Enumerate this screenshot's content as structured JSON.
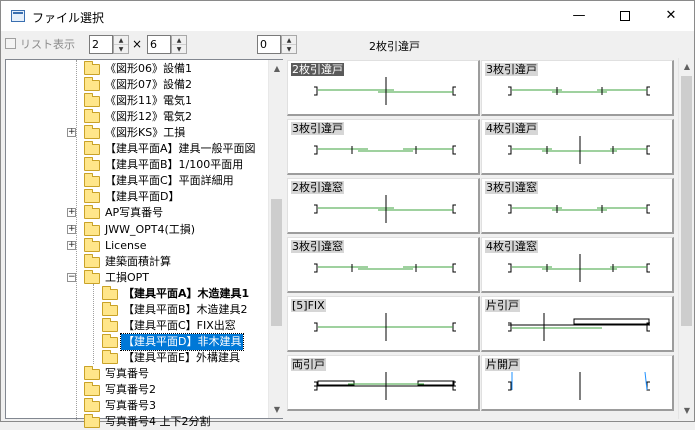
{
  "window": {
    "title": "ファイル選択",
    "minimize_glyph": "—",
    "close_glyph": "✕",
    "icon": "window-icon"
  },
  "toolbar": {
    "list_view_label": "リスト表示",
    "list_view_checked": false,
    "columns_value": "2",
    "times_sign": "×",
    "rows_value": "6",
    "index_value": "0",
    "selected_name": "2枚引違戸"
  },
  "tree": {
    "nodes": [
      {
        "label": "《図形06》設備1",
        "expandable": false
      },
      {
        "label": "《図形07》設備2",
        "expandable": false
      },
      {
        "label": "《図形11》電気1",
        "expandable": false
      },
      {
        "label": "《図形12》電気2",
        "expandable": false
      },
      {
        "label": "《図形KS》工損",
        "expandable": true,
        "expander": "+"
      },
      {
        "label": "【建具平面A】建具一般平面図",
        "expandable": false
      },
      {
        "label": "【建具平面B】1/100平面用",
        "expandable": false
      },
      {
        "label": "【建具平面C】平面詳細用",
        "expandable": false
      },
      {
        "label": "【建具平面D】",
        "expandable": false
      },
      {
        "label": "AP写真番号",
        "expandable": true,
        "expander": "+"
      },
      {
        "label": "JWW_OPT4(工損)",
        "expandable": true,
        "expander": "+"
      },
      {
        "label": "License",
        "expandable": true,
        "expander": "+"
      },
      {
        "label": "建築面積計算",
        "expandable": false
      },
      {
        "label": "工損OPT",
        "expandable": true,
        "expander": "−"
      },
      {
        "label": "【建具平面A】木造建具1",
        "expandable": false,
        "bold": true
      },
      {
        "label": "【建具平面B】木造建具2",
        "expandable": false
      },
      {
        "label": "【建具平面C】FIX出窓",
        "expandable": false
      },
      {
        "label": "【建具平面D】非木建具",
        "expandable": false,
        "selected": true
      },
      {
        "label": "【建具平面E】外構建具",
        "expandable": false
      },
      {
        "label": "写真番号",
        "expandable": false
      },
      {
        "label": "写真番号2",
        "expandable": false
      },
      {
        "label": "写真番号3",
        "expandable": false
      },
      {
        "label": "写真番号4 上下2分割",
        "expandable": false
      }
    ],
    "scroll_up": "▲",
    "scroll_down": "▼"
  },
  "preview": {
    "cells": [
      {
        "label": "2枚引違戸",
        "selected": true,
        "kind": "sliding2"
      },
      {
        "label": "3枚引違戸",
        "kind": "sliding3"
      },
      {
        "label": "3枚引違戸",
        "kind": "sliding3b"
      },
      {
        "label": "4枚引違戸",
        "kind": "sliding4"
      },
      {
        "label": "2枚引違窓",
        "kind": "window2"
      },
      {
        "label": "3枚引違窓",
        "kind": "window3"
      },
      {
        "label": "3枚引違窓",
        "kind": "window3b"
      },
      {
        "label": "4枚引違窓",
        "kind": "window4"
      },
      {
        "label": "[5]FIX",
        "kind": "fix"
      },
      {
        "label": "片引戸",
        "kind": "single_slide"
      },
      {
        "label": "両引戸",
        "kind": "double_slide"
      },
      {
        "label": "片開戸",
        "kind": "swing"
      }
    ],
    "scroll_up": "▲",
    "scroll_down": "▼",
    "line_color": "#3fa33f",
    "swing_color": "#1e90ff"
  }
}
